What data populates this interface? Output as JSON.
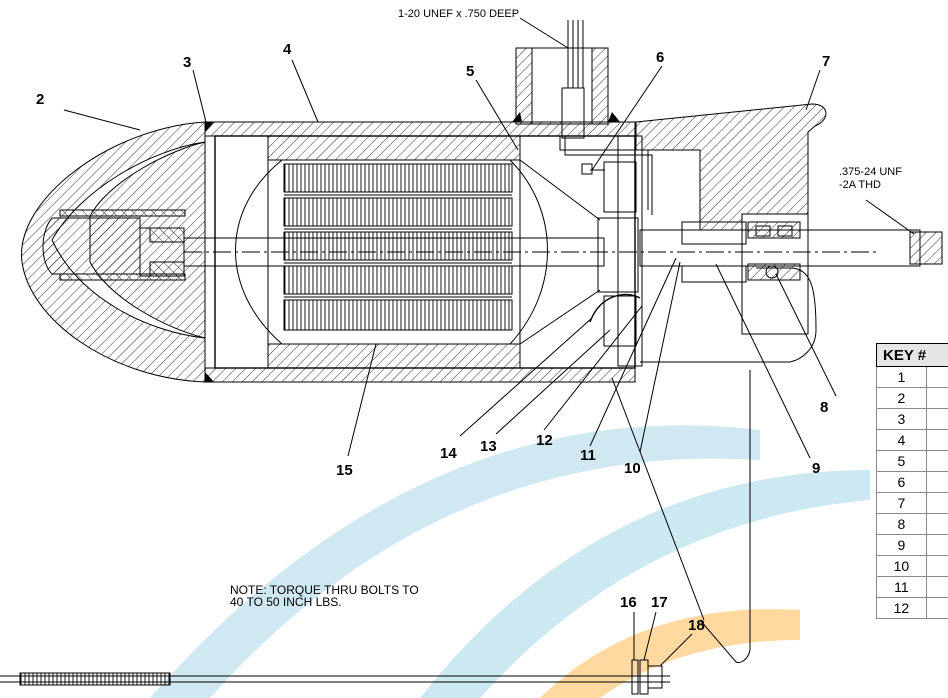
{
  "watermark_colors": [
    "#bfe3ef",
    "#cfe8f2",
    "#ffd9a0"
  ],
  "notes": {
    "thread_top": "1-20 UNEF x .750 DEEP",
    "thread_shaft_line1": ".375-24 UNF",
    "thread_shaft_line2": "-2A THD",
    "torque_line1": "NOTE: TORQUE THRU BOLTS TO",
    "torque_line2": "40 TO 50 INCH LBS."
  },
  "callouts": [
    "2",
    "3",
    "4",
    "5",
    "6",
    "7",
    "8",
    "9",
    "10",
    "11",
    "12",
    "13",
    "14",
    "15",
    "16",
    "17",
    "18"
  ],
  "key_table": {
    "header": "KEY #",
    "rows": [
      "1",
      "2",
      "3",
      "4",
      "5",
      "6",
      "7",
      "8",
      "9",
      "10",
      "11",
      "12"
    ]
  }
}
